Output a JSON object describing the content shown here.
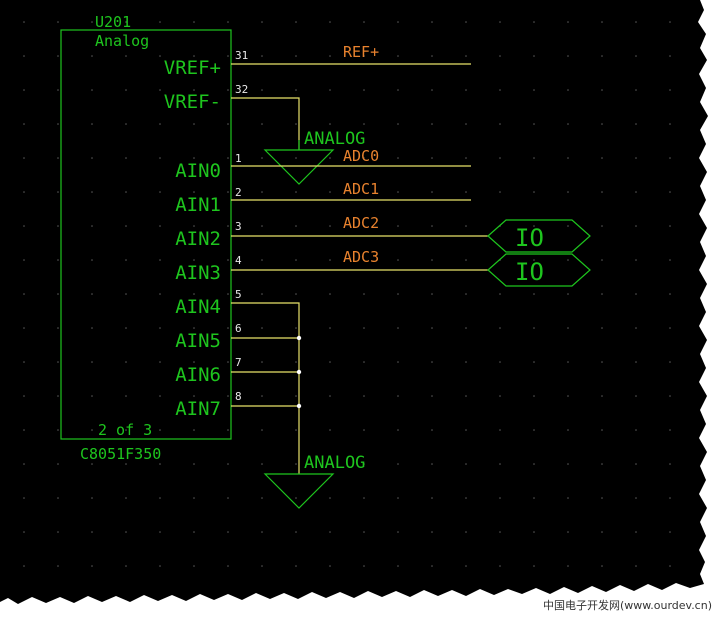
{
  "component": {
    "refdes": "U201",
    "section_name": "Analog",
    "part_number": "C8051F350",
    "part_index": "2 of 3"
  },
  "pins": [
    {
      "name": "VREF+",
      "number": "31"
    },
    {
      "name": "VREF-",
      "number": "32"
    },
    {
      "name": "AIN0",
      "number": "1"
    },
    {
      "name": "AIN1",
      "number": "2"
    },
    {
      "name": "AIN2",
      "number": "3"
    },
    {
      "name": "AIN3",
      "number": "4"
    },
    {
      "name": "AIN4",
      "number": "5"
    },
    {
      "name": "AIN5",
      "number": "6"
    },
    {
      "name": "AIN6",
      "number": "7"
    },
    {
      "name": "AIN7",
      "number": "8"
    }
  ],
  "nets": {
    "vref_plus": "REF+",
    "adc0": "ADC0",
    "adc1": "ADC1",
    "adc2": "ADC2",
    "adc3": "ADC3"
  },
  "ground_symbols": [
    "ANALOG",
    "ANALOG"
  ],
  "io_ports": [
    "IO",
    "IO"
  ],
  "watermark": "中国电子开发网(www.ourdev.cn)",
  "colors": {
    "background": "#000000",
    "component": "#1ec51e",
    "wire": "#e8e26a",
    "net_label": "#e8822e",
    "pin_number": "#e8e8e8",
    "junction": "#ffffff"
  }
}
